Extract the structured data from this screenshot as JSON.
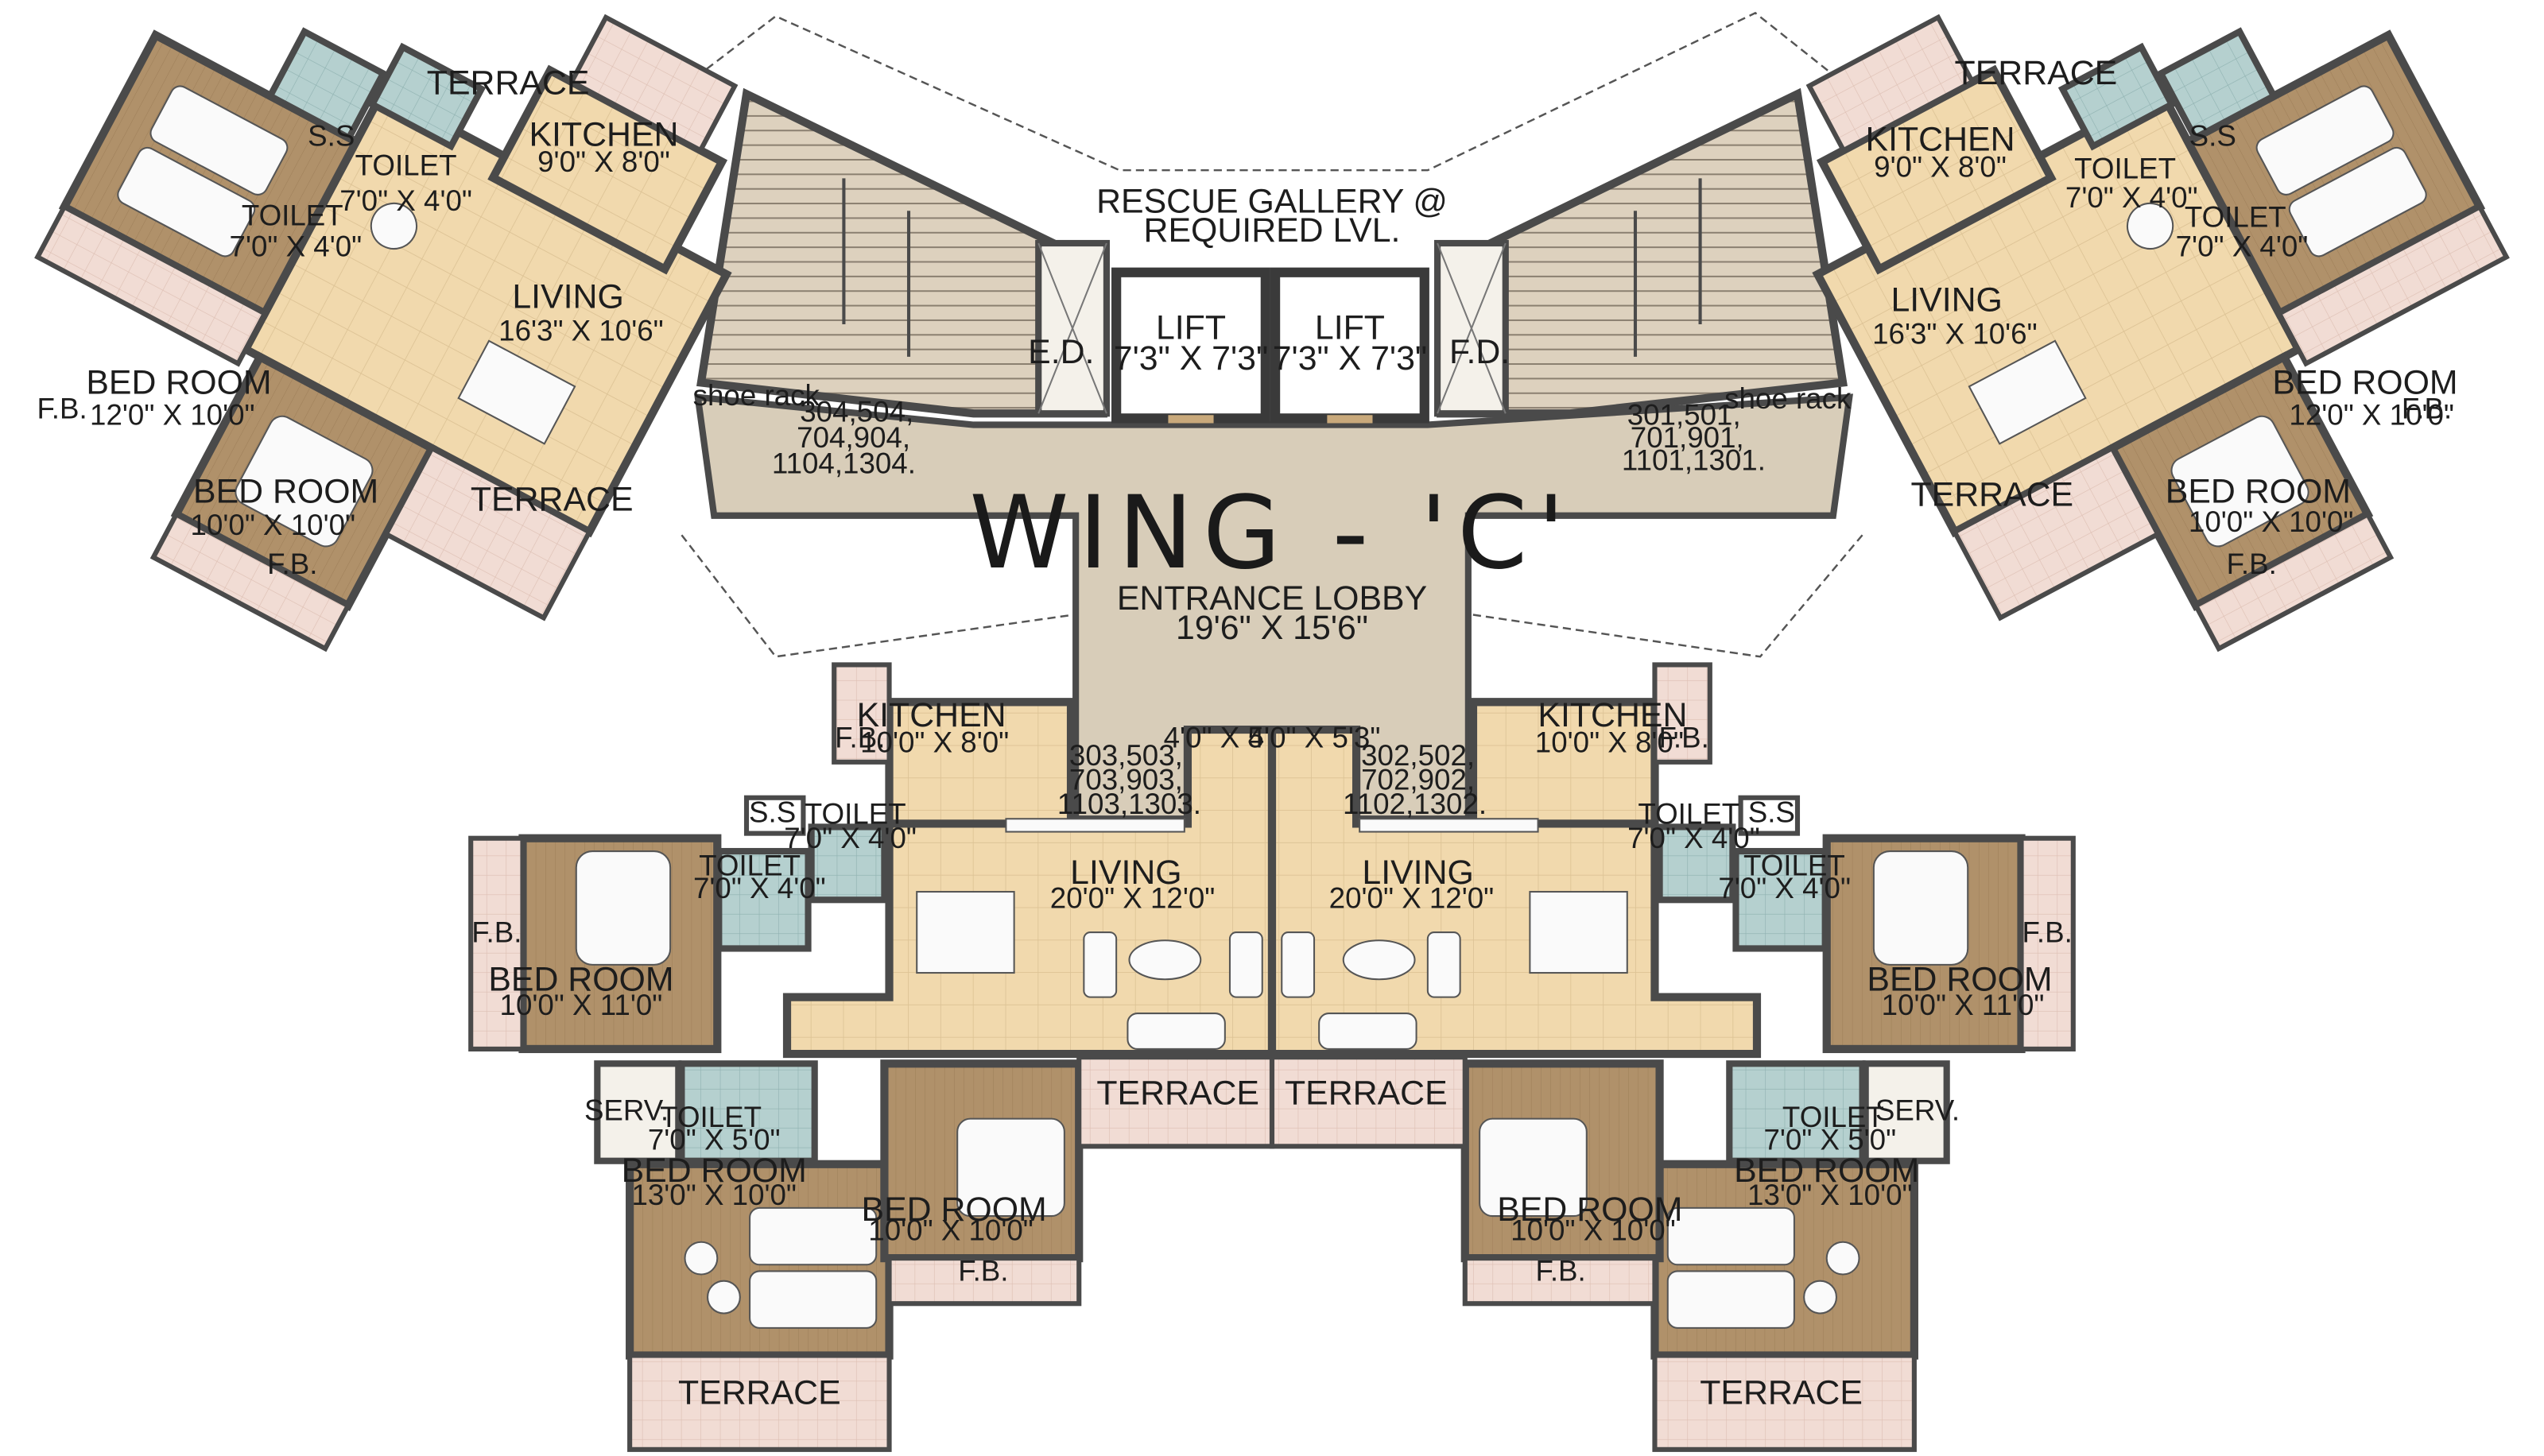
{
  "title": "WING - 'C'",
  "entrance_lobby": {
    "name": "ENTRANCE LOBBY",
    "size": "19'6\" X 15'6\""
  },
  "rescue_gallery": {
    "line1": "RESCUE GALLERY @",
    "line2": "REQUIRED LVL."
  },
  "lifts": [
    {
      "name": "LIFT",
      "size": "7'3\" X 7'3\""
    },
    {
      "name": "LIFT",
      "size": "7'3\" X 7'3\""
    }
  ],
  "fire_duct": "F.D.",
  "electrical_duct": "E.D.",
  "shoe_rack": "shoe rack",
  "units": {
    "top_left": {
      "flat_numbers": [
        "304,504,",
        "704,904,",
        "1104,1304."
      ],
      "kitchen": {
        "name": "KITCHEN",
        "size": "9'0\" X 8'0\""
      },
      "living": {
        "name": "LIVING",
        "size": "16'3\" X 10'6\""
      },
      "toilet_a": {
        "name": "TOILET",
        "size": "7'0\" X 4'0\""
      },
      "toilet_b": {
        "name": "TOILET",
        "size": "7'0\" X 4'0\""
      },
      "bed_1": {
        "name": "BED ROOM",
        "size": "12'0\" X 10'0\""
      },
      "bed_2": {
        "name": "BED ROOM",
        "size": "10'0\" X 10'0\""
      },
      "ss": "S.S",
      "terrace_top": "TERRACE",
      "terrace_bottom": "TERRACE",
      "fb_1": "F.B.",
      "fb_2": "F.B."
    },
    "top_right": {
      "flat_numbers": [
        "301,501,",
        "701,901,",
        "1101,1301."
      ],
      "kitchen": {
        "name": "KITCHEN",
        "size": "9'0\" X 8'0\""
      },
      "living": {
        "name": "LIVING",
        "size": "16'3\" X 10'6\""
      },
      "toilet_a": {
        "name": "TOILET",
        "size": "7'0\" X 4'0\""
      },
      "toilet_b": {
        "name": "TOILET",
        "size": "7'0\" X 4'0\""
      },
      "bed_1": {
        "name": "BED ROOM",
        "size": "12'0\" X 10'0\""
      },
      "bed_2": {
        "name": "BED ROOM",
        "size": "10'0\" X 10'0\""
      },
      "ss": "S.S",
      "terrace_top": "TERRACE",
      "terrace_bottom": "TERRACE",
      "fb_1": "F.B.",
      "fb_2": "F.B."
    },
    "bottom_left": {
      "flat_numbers": [
        "303,503,",
        "703,903,",
        "1103,1303."
      ],
      "kitchen": {
        "name": "KITCHEN",
        "size": "10'0\" X 8'0\""
      },
      "living": {
        "name": "LIVING",
        "size": "20'0\" X 12'0\""
      },
      "foyer": "4'0\" X 5'3\"",
      "toilet_a": {
        "name": "TOILET",
        "size": "7'0\" X 4'0\""
      },
      "toilet_b": {
        "name": "TOILET",
        "size": "7'0\" X 4'0\""
      },
      "toilet_c": {
        "name": "TOILET",
        "size": "7'0\" X 5'0\""
      },
      "bed_1": {
        "name": "BED ROOM",
        "size": "10'0\" X 11'0\""
      },
      "bed_2": {
        "name": "BED ROOM",
        "size": "13'0\" X 10'0\""
      },
      "bed_3": {
        "name": "BED ROOM",
        "size": "10'0\" X 10'0\""
      },
      "ss": "S.S",
      "serv": "SERV.",
      "fb_1": "F.B.",
      "fb_2": "F.B.",
      "fb_3": "F.B.",
      "terrace_1": "TERRACE",
      "terrace_2": "TERRACE"
    },
    "bottom_right": {
      "flat_numbers": [
        "302,502,",
        "702,902,",
        "1102,1302."
      ],
      "kitchen": {
        "name": "KITCHEN",
        "size": "10'0\" X 8'0\""
      },
      "living": {
        "name": "LIVING",
        "size": "20'0\" X 12'0\""
      },
      "foyer": "4'0\" X 5'3\"",
      "toilet_a": {
        "name": "TOILET",
        "size": "7'0\" X 4'0\""
      },
      "toilet_b": {
        "name": "TOILET",
        "size": "7'0\" X 4'0\""
      },
      "toilet_c": {
        "name": "TOILET",
        "size": "7'0\" X 5'0\""
      },
      "bed_1": {
        "name": "BED ROOM",
        "size": "10'0\" X 11'0\""
      },
      "bed_2": {
        "name": "BED ROOM",
        "size": "13'0\" X 10'0\""
      },
      "bed_3": {
        "name": "BED ROOM",
        "size": "10'0\" X 10'0\""
      },
      "ss": "S.S",
      "serv": "SERV.",
      "fb_1": "F.B.",
      "fb_2": "F.B.",
      "fb_3": "F.B.",
      "terrace_1": "TERRACE",
      "terrace_2": "TERRACE"
    }
  },
  "colors": {
    "wall": "#4a4a4a",
    "lobby": "#d8cdb9",
    "living": "#f1d9ad",
    "bedroom": "#b0916a",
    "toilet": "#b5d0cf",
    "terrace": "#f1dcd4",
    "stair": "#ddd1be"
  }
}
